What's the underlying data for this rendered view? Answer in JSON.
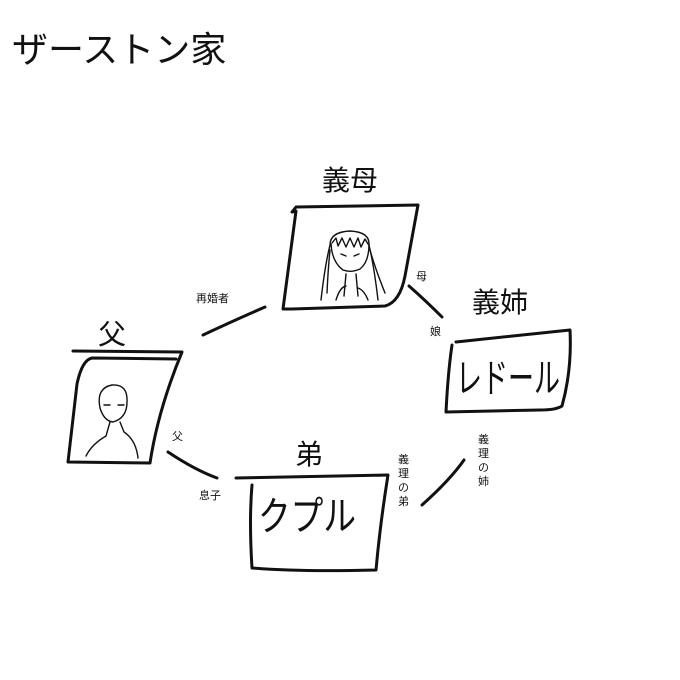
{
  "title": "ザーストン家",
  "members": {
    "mother": {
      "role": "義母"
    },
    "sister": {
      "role": "義姉",
      "name": "レドール"
    },
    "father": {
      "role": "父"
    },
    "brother": {
      "role": "弟",
      "name": "クプル"
    }
  },
  "relations": {
    "father_mother": "再婚者",
    "mother_to_sister": "母",
    "sister_to_mother": "娘",
    "sister_to_brother": "義理の姉",
    "brother_to_sister": "義理の弟",
    "brother_to_father": "父",
    "father_to_brother": "息子"
  }
}
